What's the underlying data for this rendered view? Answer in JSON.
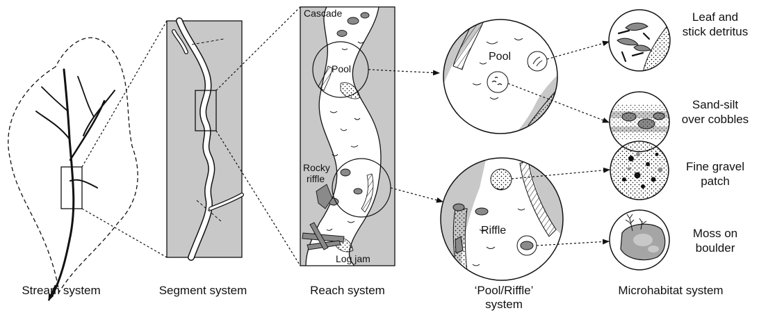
{
  "captions": {
    "stream": "Stream system",
    "segment": "Segment system",
    "reach": "Reach system",
    "pool_riffle_1": "‘Pool/Riffle’",
    "pool_riffle_2": "system",
    "microhabitat": "Microhabitat system"
  },
  "reach_labels": {
    "cascade": "Cascade",
    "pool": "Pool",
    "rocky_1": "Rocky",
    "rocky_2": "riffle",
    "log_jam": "Log jam"
  },
  "pool_riffle_labels": {
    "pool": "Pool",
    "riffle": "Riffle"
  },
  "microhabitats": [
    {
      "line1": "Leaf and",
      "line2": "stick detritus"
    },
    {
      "line1": "Sand-silt",
      "line2": "over cobbles"
    },
    {
      "line1": "Fine gravel",
      "line2": "patch"
    },
    {
      "line1": "Moss on",
      "line2": "boulder"
    }
  ],
  "colors": {
    "ink": "#111111",
    "panel_gray": "#c8c8c8",
    "sediment_gray": "#8a8a8a",
    "moss_gray": "#a5a5a5"
  }
}
